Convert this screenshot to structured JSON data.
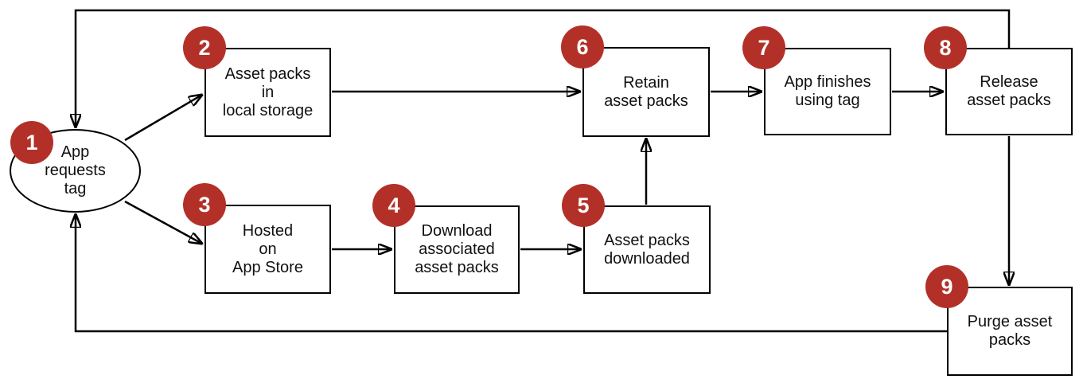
{
  "diagram": {
    "background_color": "#ffffff",
    "stroke_color": "#000000",
    "badge_color": "#b33028",
    "badge_text_color": "#ffffff",
    "nodes": [
      {
        "step": "1",
        "shape": "ellipse",
        "label": "App\nrequests\ntag"
      },
      {
        "step": "2",
        "shape": "rect",
        "label": "Asset packs\nin\nlocal storage"
      },
      {
        "step": "3",
        "shape": "rect",
        "label": "Hosted\non\nApp Store"
      },
      {
        "step": "4",
        "shape": "rect",
        "label": "Download\nassociated\nasset packs"
      },
      {
        "step": "5",
        "shape": "rect",
        "label": "Asset packs\ndownloaded"
      },
      {
        "step": "6",
        "shape": "rect",
        "label": "Retain\nasset packs"
      },
      {
        "step": "7",
        "shape": "rect",
        "label": "App finishes\nusing tag"
      },
      {
        "step": "8",
        "shape": "rect",
        "label": "Release\nasset packs"
      },
      {
        "step": "9",
        "shape": "rect",
        "label": "Purge asset\npacks"
      }
    ],
    "edges": [
      {
        "from": "1",
        "to": "2"
      },
      {
        "from": "1",
        "to": "3"
      },
      {
        "from": "2",
        "to": "6"
      },
      {
        "from": "3",
        "to": "4"
      },
      {
        "from": "4",
        "to": "5"
      },
      {
        "from": "5",
        "to": "6"
      },
      {
        "from": "6",
        "to": "7"
      },
      {
        "from": "7",
        "to": "8"
      },
      {
        "from": "8",
        "to": "9"
      },
      {
        "from": "8",
        "to": "1"
      },
      {
        "from": "9",
        "to": "1"
      }
    ]
  }
}
